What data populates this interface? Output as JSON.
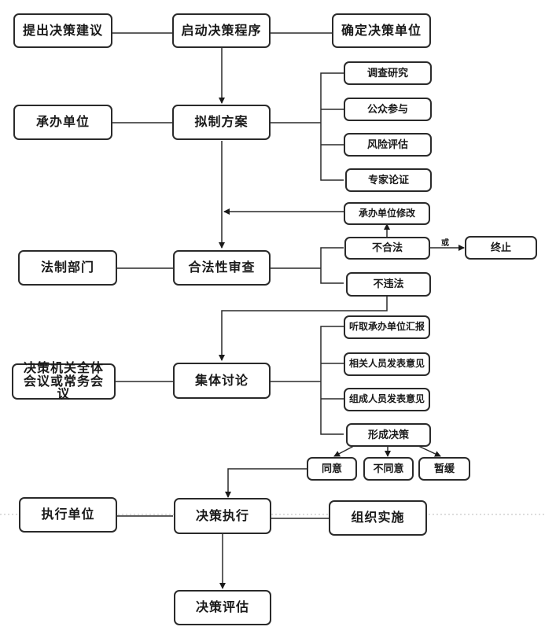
{
  "diagram": {
    "type": "flowchart",
    "main_flow": [
      {
        "id": "start",
        "label": "启动决策程序"
      },
      {
        "id": "draft",
        "label": "拟制方案"
      },
      {
        "id": "legal_review",
        "label": "合法性审查"
      },
      {
        "id": "collective",
        "label": "集体讨论"
      },
      {
        "id": "execute",
        "label": "决策执行"
      },
      {
        "id": "evaluate",
        "label": "决策评估"
      }
    ],
    "left_nodes": [
      {
        "id": "propose",
        "label": "提出决策建议"
      },
      {
        "id": "undertaker",
        "label": "承办单位"
      },
      {
        "id": "legal_dept",
        "label": "法制部门"
      },
      {
        "id": "meeting",
        "label": "决策机关全体会议或常务会议"
      },
      {
        "id": "exec_unit",
        "label": "执行单位"
      }
    ],
    "right_nodes": {
      "confirm_unit": "确定决策单位",
      "draft_steps": [
        "调查研究",
        "公众参与",
        "风险评估",
        "专家论证"
      ],
      "revise": "承办单位修改",
      "illegal": "不合法",
      "or_label": "或",
      "terminate": "终止",
      "legal": "不违法",
      "discussion_steps": [
        "听取承办单位汇报",
        "相关人员发表意见",
        "组成人员发表意见"
      ],
      "form_decision": "形成决策",
      "outcomes": [
        "同意",
        "不同意",
        "暂缓"
      ],
      "organize": "组织实施"
    },
    "colors": {
      "stroke": "#2a2a2a",
      "divider": "#bbbbbb"
    }
  }
}
